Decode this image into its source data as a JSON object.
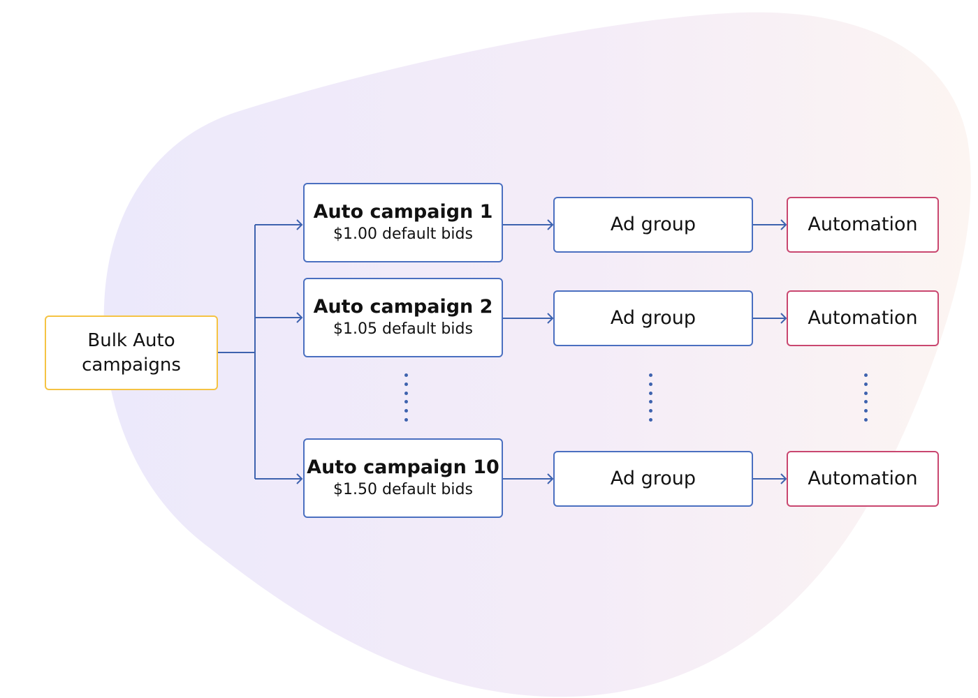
{
  "root": {
    "label": "Bulk Auto campaigns"
  },
  "campaigns": [
    {
      "title": "Auto campaign 1",
      "bid": "$1.00 default bids"
    },
    {
      "title": "Auto campaign 2",
      "bid": "$1.05 default bids"
    },
    {
      "title": "Auto campaign 10",
      "bid": "$1.50 default bids"
    }
  ],
  "ad_groups": [
    {
      "label": "Ad group"
    },
    {
      "label": "Ad group"
    },
    {
      "label": "Ad group"
    }
  ],
  "automations": [
    {
      "label": "Automation"
    },
    {
      "label": "Automation"
    },
    {
      "label": "Automation"
    }
  ],
  "colors": {
    "connector": "#3d62ae",
    "campaign_border": "#4a6fc0",
    "root_border": "#f5c343",
    "automation_border": "#c9466f",
    "blob_left": "#ece9fb",
    "blob_right": "#fbf2f1"
  }
}
